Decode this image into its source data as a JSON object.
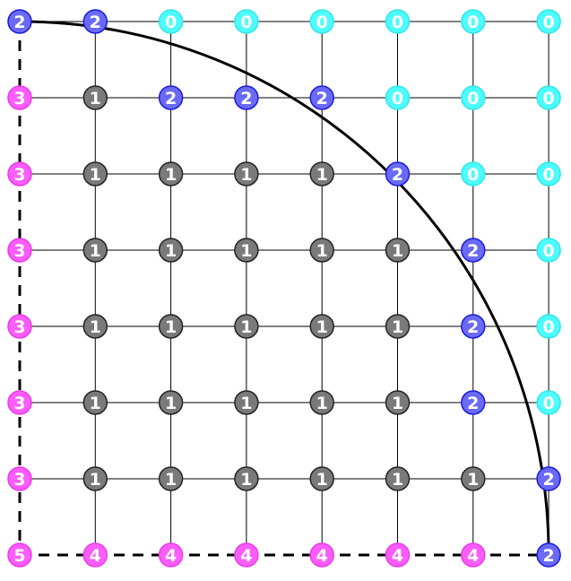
{
  "diagram": {
    "rows": [
      [
        "2",
        "2",
        "0",
        "0",
        "0",
        "0",
        "0",
        "0"
      ],
      [
        "3",
        "1",
        "2",
        "2",
        "2",
        "0",
        "0",
        "0"
      ],
      [
        "3",
        "1",
        "1",
        "1",
        "1",
        "2",
        "0",
        "0"
      ],
      [
        "3",
        "1",
        "1",
        "1",
        "1",
        "1",
        "2",
        "0"
      ],
      [
        "3",
        "1",
        "1",
        "1",
        "1",
        "1",
        "2",
        "0"
      ],
      [
        "3",
        "1",
        "1",
        "1",
        "1",
        "1",
        "2",
        "0"
      ],
      [
        "3",
        "1",
        "1",
        "1",
        "1",
        "1",
        "1",
        "2"
      ],
      [
        "5",
        "4",
        "4",
        "4",
        "4",
        "4",
        "4",
        "2"
      ]
    ],
    "colors": {
      "0": "#4dfcfc",
      "1": "#7a7a7a",
      "2": "#6a6af6",
      "3": "#fb5cfb",
      "4": "#fb5cfb",
      "5": "#fb5cfb"
    },
    "border_colors": {
      "0": "#33e6e6",
      "1": "#222222",
      "2": "#1a1adb",
      "3": "#e83ce8",
      "4": "#e83ce8",
      "5": "#e83ce8"
    },
    "grid_line_color": "#000000",
    "arc_color": "#000000",
    "dashed_color": "#000000"
  }
}
